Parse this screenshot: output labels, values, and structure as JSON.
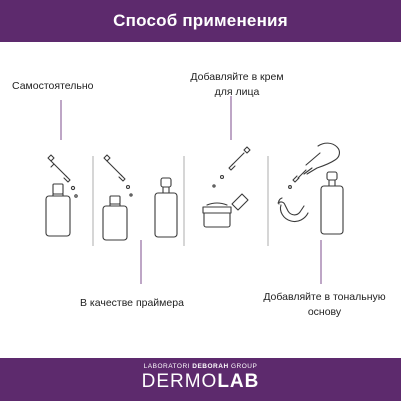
{
  "colors": {
    "accent": "#5d2a6d",
    "ink": "#3a3a3a"
  },
  "header": {
    "title": "Способ применения"
  },
  "steps": {
    "standalone": "Самостоятельно",
    "primer": "В качестве праймера",
    "cream_line1": "Добавляйте в крем",
    "cream_line2": "для лица",
    "foundation_line1": "Добавляйте в тональную",
    "foundation_line2": "основу"
  },
  "footer": {
    "brand_top_prefix": "LABORATORI ",
    "brand_top_bold": "DEBORAH",
    "brand_top_suffix": " GROUP",
    "brand_main_regular": "DERMO",
    "brand_main_bold": "LAB"
  },
  "icons": [
    "dropper-bottle-icon",
    "bottle-and-pump-icon",
    "cream-jar-icon",
    "hand-foundation-icon"
  ]
}
